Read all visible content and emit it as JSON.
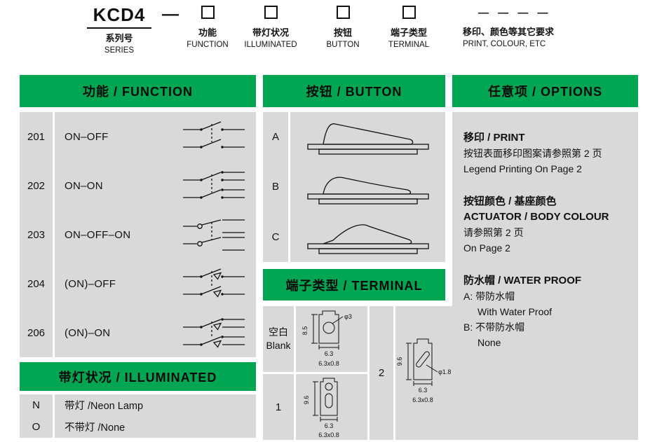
{
  "ordering": {
    "series_code": "KCD4",
    "series_label_cn": "系列号",
    "series_label_en": "SERIES",
    "dash": "—",
    "boxes": [
      {
        "label_cn": "功能",
        "label_en": "FUNCTION"
      },
      {
        "label_cn": "带灯状况",
        "label_en": "ILLUMINATED"
      },
      {
        "label_cn": "按钮",
        "label_en": "BUTTON"
      },
      {
        "label_cn": "端子类型",
        "label_en": "TERMINAL"
      }
    ],
    "etc_dashes": "— — — —",
    "etc_label_cn": "移印、颜色等其它要求",
    "etc_label_en": "PRINT, COLOUR, ETC"
  },
  "function": {
    "header": "功能 / FUNCTION",
    "rows": [
      {
        "code": "201",
        "label": "ON–OFF",
        "symbol": "circuit-symbol-on-off"
      },
      {
        "code": "202",
        "label": "ON–ON",
        "symbol": "circuit-symbol-on-on"
      },
      {
        "code": "203",
        "label": "ON–OFF–ON",
        "symbol": "circuit-symbol-on-off-on"
      },
      {
        "code": "204",
        "label": "(ON)–OFF",
        "symbol": "circuit-symbol-momentary-on-off"
      },
      {
        "code": "206",
        "label": "(ON)–ON",
        "symbol": "circuit-symbol-momentary-on-on"
      }
    ]
  },
  "illuminated": {
    "header": "带灯状况 / ILLUMINATED",
    "rows": [
      {
        "code": "N",
        "label": "带灯 /Neon Lamp"
      },
      {
        "code": "O",
        "label": "不带灯 /None"
      }
    ]
  },
  "button": {
    "header": "按钮 / BUTTON",
    "rows": [
      {
        "code": "A",
        "profile": "actuator-profile-a"
      },
      {
        "code": "B",
        "profile": "actuator-profile-b"
      },
      {
        "code": "C",
        "profile": "actuator-profile-c"
      }
    ]
  },
  "terminal": {
    "header": "端子类型 / TERMINAL",
    "blank": {
      "code_cn": "空白",
      "code_en": "Blank",
      "dim_height": "8.5",
      "dim_hole": "φ3",
      "dim_width": "6.3",
      "dim_tab": "6.3x0.8"
    },
    "t1": {
      "code": "1",
      "dim_height": "9.6",
      "dim_width": "6.3",
      "dim_tab": "6.3x0.8"
    },
    "t2": {
      "code": "2",
      "dim_height": "9.6",
      "dim_hole": "φ1.8",
      "dim_width": "6.3",
      "dim_tab": "6.3x0.8"
    }
  },
  "options": {
    "header": "任意项 / OPTIONS",
    "print_title": "移印 / PRINT",
    "print_cn": "按钮表面移印图案请参照第 2 页",
    "print_en": "Legend Printing On Page 2",
    "colour_title_cn": "按钮颜色 / 基座颜色",
    "colour_title_en": "ACTUATOR / BODY COLOUR",
    "colour_cn": "请参照第 2 页",
    "colour_en": "On Page 2",
    "waterproof_title": "防水帽 / WATER PROOF",
    "waterproof_a": "A: 带防水帽",
    "waterproof_a_en": "With Water Proof",
    "waterproof_b": "B: 不带防水帽",
    "waterproof_b_en": "None"
  },
  "colors": {
    "header_green": "#00a651",
    "panel_gray": "#d9d9d9",
    "text": "#111111"
  }
}
